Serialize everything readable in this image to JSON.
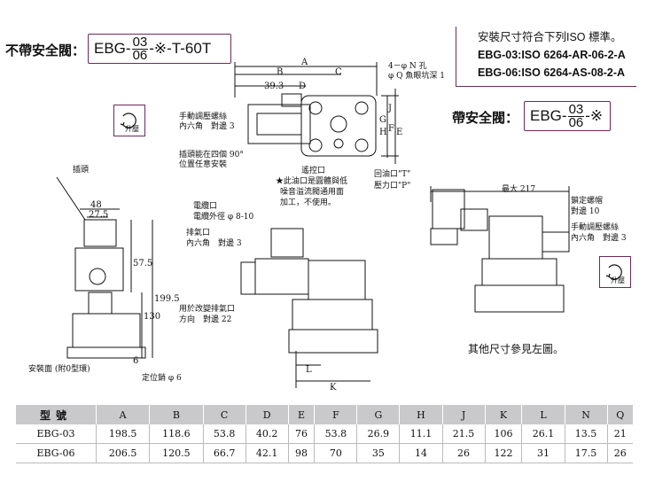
{
  "header": {
    "no_safety_label": "不帶安全閥：",
    "model_prefix": "EBG-",
    "model_top": "03",
    "model_bottom": "06",
    "model_suffix": "-※-T-60T",
    "safety_label": "帶安全閥：",
    "safety_model_prefix": "EBG-",
    "safety_model_suffix": "-※"
  },
  "iso": {
    "title": "安裝尺寸符合下列ISO 標準。",
    "line1": "EBG-03:ISO 6264-AR-06-2-A",
    "line2": "EBG-06:ISO 6264-AS-08-2-A"
  },
  "annotations": {
    "plug": "插頭",
    "rotate_plug": "插頭能在四個 90°",
    "rotate_plug2": "位置任意安裝",
    "pressure_screw_left": "手動調壓螺絲",
    "hex_left": "內六角　對邊 3",
    "hole_spec1": "4－φ N 孔",
    "hole_spec2": "φ Q 魚眼坑深 1",
    "remote_port": "遙控口",
    "return_port": "回油口\"T\"",
    "pressure_port": "壓力口\"P\"",
    "note1": "★此油口是圓體與低",
    "note2": "噪音溢流閥通用面",
    "note3": "加工，不使用。",
    "wire_port": "電纜口",
    "wire_od": "電纜外徑 φ 8-10",
    "vent_port": "排氣口",
    "vent_hex": "內六角　對邊 3",
    "change_vent": "用於改變排氣口",
    "change_vent2": "方向　對邊 22",
    "mount_face": "安裝面 (附0型環)",
    "locating_pin": "定位銷 φ 6",
    "max_width": "最大 217",
    "lock_nut": "鎖定螺帽",
    "lock_nut_size": "對邊 10",
    "pressure_screw_right": "手動調壓螺絲",
    "hex_right": "內六角　對邊 3",
    "other_dims": "其他尺寸參見左圖。",
    "press_up": "升壓",
    "press_up2": "升壓"
  },
  "dims": {
    "A": "A",
    "B": "B",
    "C": "C",
    "D": "D",
    "E": "E",
    "F": "F",
    "G": "G",
    "H": "H",
    "J": "J",
    "K": "K",
    "L": "L",
    "d39": "39.3",
    "d48": "48",
    "d275": "27.5",
    "d575": "57.5",
    "d1995": "199.5",
    "d130": "130",
    "d6": "6"
  },
  "table": {
    "headers": [
      "型號",
      "A",
      "B",
      "C",
      "D",
      "E",
      "F",
      "G",
      "H",
      "J",
      "K",
      "L",
      "N",
      "Q"
    ],
    "rows": [
      [
        "EBG-03",
        "198.5",
        "118.6",
        "53.8",
        "40.2",
        "76",
        "53.8",
        "26.9",
        "11.1",
        "21.5",
        "106",
        "26.1",
        "13.5",
        "21"
      ],
      [
        "EBG-06",
        "206.5",
        "120.5",
        "66.7",
        "42.1",
        "98",
        "70",
        "35",
        "14",
        "26",
        "122",
        "31",
        "17.5",
        "26"
      ]
    ]
  }
}
